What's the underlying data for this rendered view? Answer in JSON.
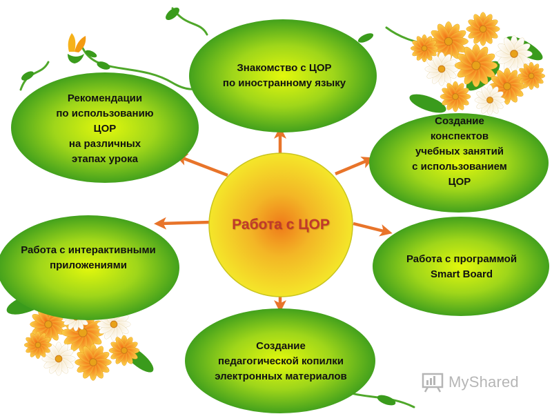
{
  "center": {
    "label": "Работа с ЦОР",
    "color": "#c0392b"
  },
  "nodes": {
    "top": "Знакомство с ЦОР\nпо иностранному языку",
    "top_left": "Рекомендации\nпо использованию\nЦОР\nна различных\nэтапах урока",
    "top_right": "Создание\nконспектов\nучебных занятий\nс использованием\nЦОР",
    "mid_left": "Работа  с интерактивными\nприложениями",
    "mid_right": "Работа с программой\nSmart Board",
    "bottom": "Создание\nпедагогической копилки\nэлектронных материалов"
  },
  "watermark": {
    "text": "MyShared"
  },
  "colors": {
    "node_outer": "#1e8f1e",
    "node_inner": "#d9f50a",
    "center_inner": "#f08a1c",
    "center_outer": "#f3ee2a",
    "arrow": "#e8742a",
    "leaf": "#3a9b1c",
    "petal": "#f9b82c"
  },
  "icons": [
    "daisy-flower-icon",
    "rose-bud-icon",
    "vine-icon",
    "presentation-board-icon"
  ]
}
